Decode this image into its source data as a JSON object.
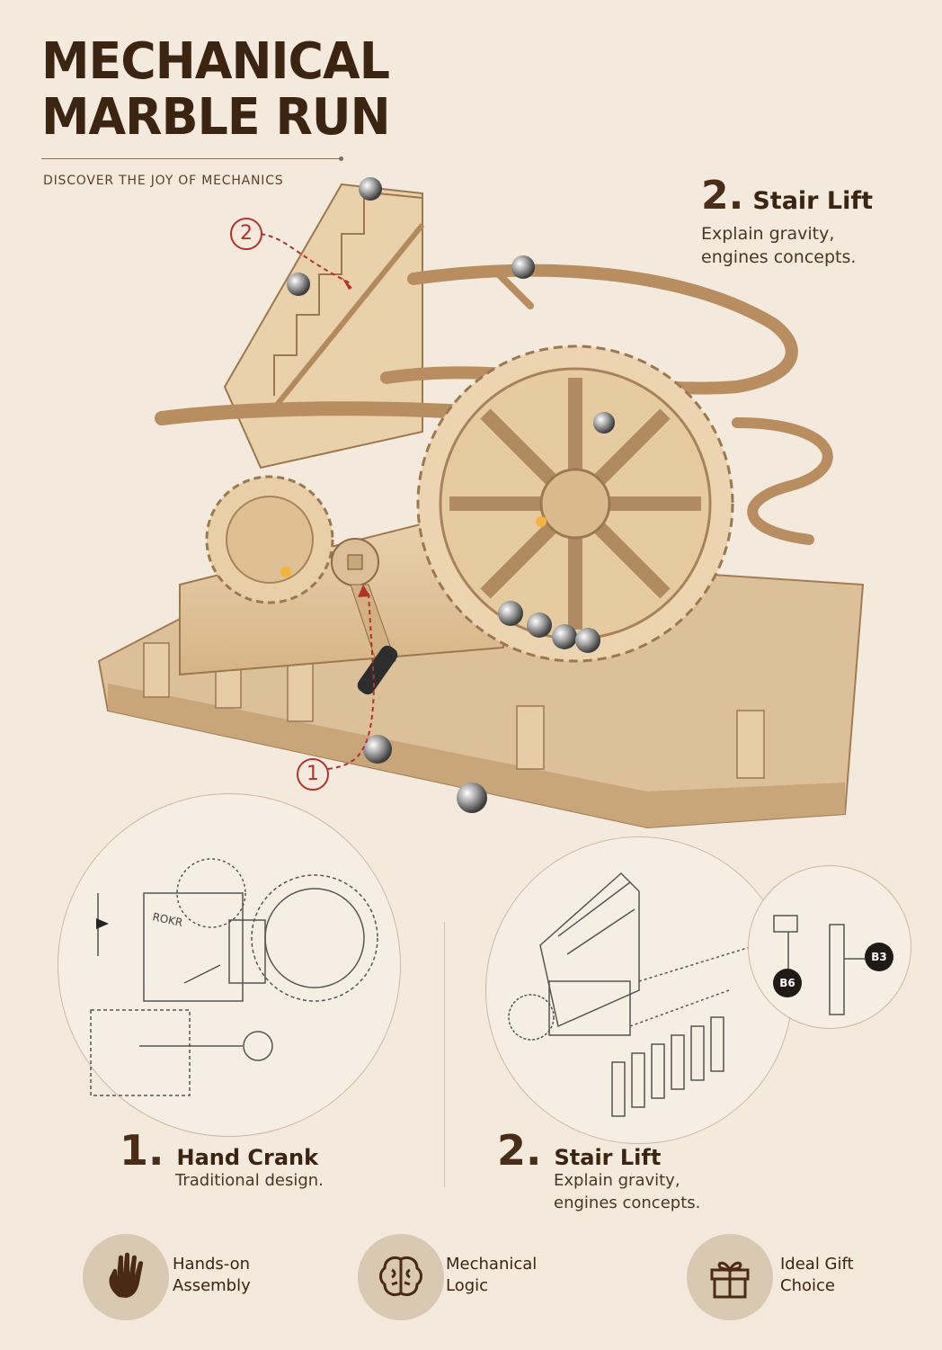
{
  "header": {
    "title_line1": "MECHANICAL",
    "title_line2": "MARBLE RUN",
    "tagline": "DISCOVER THE JOY OF MECHANICS"
  },
  "callout_top": {
    "number": "2.",
    "title": "Stair Lift",
    "desc_line1": "Explain gravity,",
    "desc_line2": "engines concepts."
  },
  "markers": {
    "one": "1",
    "two": "2"
  },
  "diagram_left": {
    "brand": "ROKR"
  },
  "diagram_right": {
    "part_b6": "B6",
    "part_b3": "B3"
  },
  "feature_1": {
    "number": "1.",
    "title": "Hand Crank",
    "desc": "Traditional design."
  },
  "feature_2": {
    "number": "2.",
    "title": "Stair Lift",
    "desc_line1": "Explain gravity,",
    "desc_line2": "engines concepts."
  },
  "badges": [
    {
      "icon": "hand-icon",
      "line1": "Hands-on",
      "line2": "Assembly"
    },
    {
      "icon": "brain-icon",
      "line1": "Mechanical",
      "line2": "Logic"
    },
    {
      "icon": "gift-icon",
      "line1": "Ideal Gift",
      "line2": "Choice"
    }
  ],
  "colors": {
    "background": "#f3e9dc",
    "text_dark": "#3b2412",
    "accent_red": "#b3322b",
    "wood": "#e3c9a3",
    "icon_disc": "#d9c8b2"
  }
}
